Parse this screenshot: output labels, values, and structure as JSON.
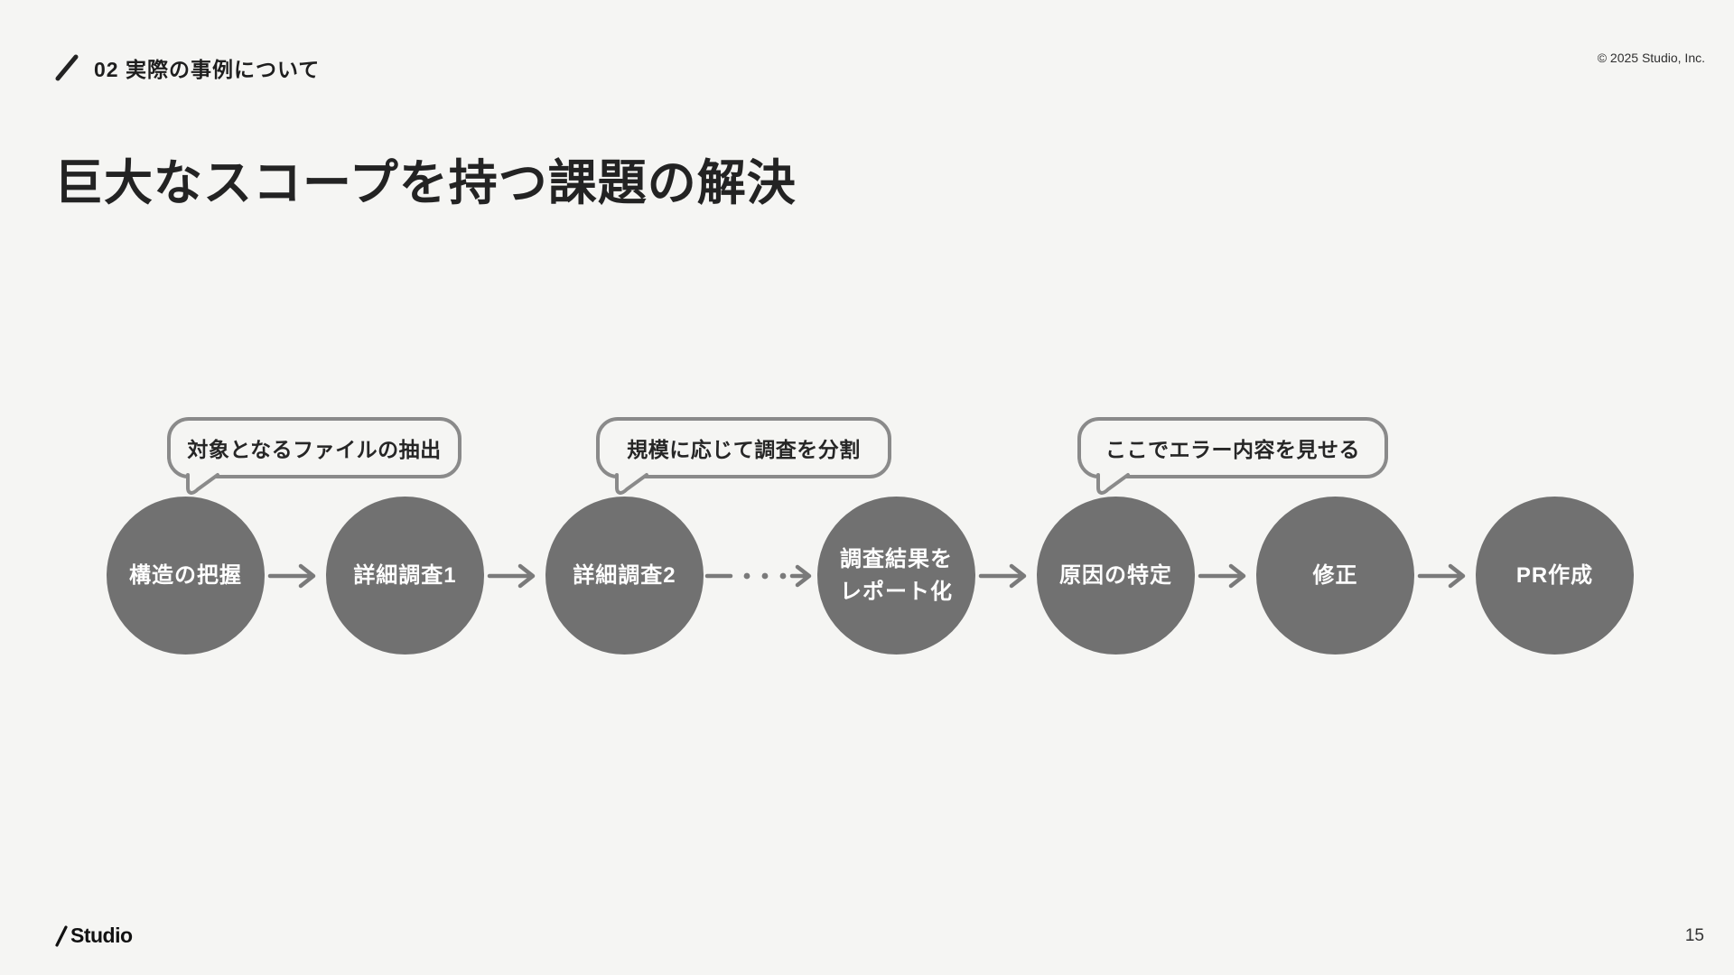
{
  "header": {
    "section_label": "02 実際の事例について",
    "copyright": "© 2025 Studio, Inc."
  },
  "title": "巨大なスコープを持つ課題の解決",
  "flow": {
    "steps": [
      {
        "label": "構造の把握"
      },
      {
        "label": "詳細調査1"
      },
      {
        "label": "詳細調査2"
      },
      {
        "label": "調査結果を\nレポート化"
      },
      {
        "label": "原因の特定"
      },
      {
        "label": "修正"
      },
      {
        "label": "PR作成"
      }
    ],
    "connectors": {
      "arrow_icon": "right-arrow",
      "ellipsis_icon": "dash-dots-arrow"
    },
    "annotations": [
      {
        "text": "対象となるファイルの抽出",
        "points_to": "構造の把握"
      },
      {
        "text": "規模に応じて調査を分割",
        "points_to": "詳細調査2"
      },
      {
        "text": "ここでエラー内容を見せる",
        "points_to": "原因の特定"
      }
    ]
  },
  "footer": {
    "logo_text": "Studio",
    "page_number": "15"
  },
  "colors": {
    "background": "#f5f5f3",
    "circle_fill": "#717171",
    "circle_text": "#ffffff",
    "connector_gray": "#7a7a7a",
    "bubble_border": "#8a8a8a",
    "text_dark": "#232323"
  }
}
